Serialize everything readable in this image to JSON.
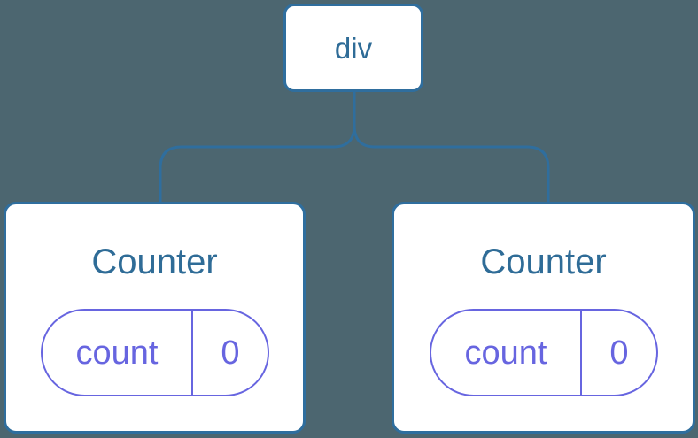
{
  "diagram": {
    "background_color": "#4C6670",
    "node_fill_color": "#FFFFFF",
    "node_border_color": "#2F6E9E",
    "node_text_color": "#2F6C97",
    "state_accent_color": "#6765E0",
    "root": {
      "label": "div"
    },
    "children": [
      {
        "title": "Counter",
        "state_key": "count",
        "state_value": "0"
      },
      {
        "title": "Counter",
        "state_key": "count",
        "state_value": "0"
      }
    ]
  }
}
